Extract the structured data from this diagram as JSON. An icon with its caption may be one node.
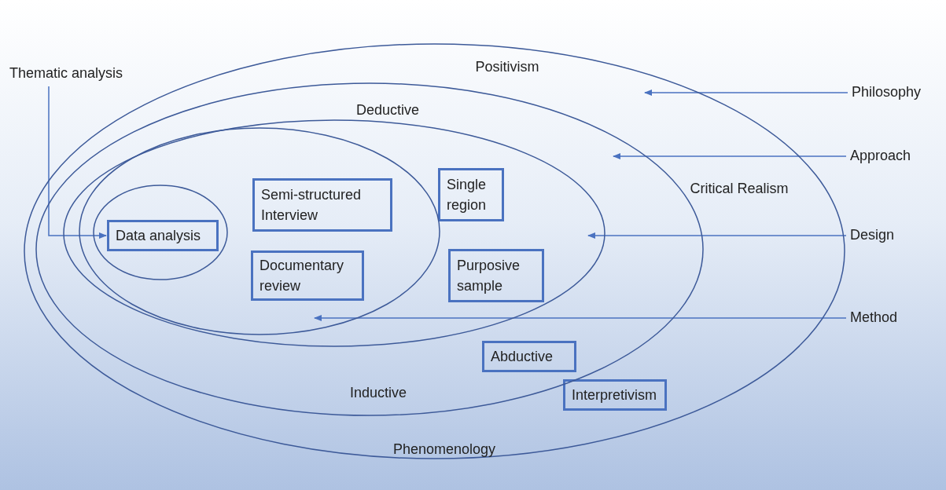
{
  "diagram": {
    "nodes": [
      {
        "text": [
          "Positivism",
          "Critical Realism",
          "Phenomenology"
        ]
      },
      {
        "text": [
          "Interpretivism"
        ],
        "in": 0
      },
      {
        "text": [
          "Deductive",
          "Inductive"
        ],
        "in": 0
      },
      {
        "text": [
          "Abductive"
        ],
        "in": 2
      },
      {
        "text": [],
        "shape": "ellipse",
        "in": 2
      },
      {
        "text": [
          "Single region"
        ],
        "in": 4
      },
      {
        "text": [
          "Purposive sample"
        ],
        "in": 4
      },
      {
        "text": [],
        "shape": "ellipse",
        "in": 4
      },
      {
        "text": [
          "Semi-structured Interview"
        ],
        "in": 7
      },
      {
        "text": [
          "Documentary review"
        ],
        "in": 7
      },
      {
        "text": [],
        "shape": "ellipse",
        "in": 7
      },
      {
        "text": [
          "Data analysis"
        ],
        "in": 10
      },
      {
        "text": [
          "Thematic analysis"
        ]
      },
      {
        "text": [
          "Philosophy"
        ]
      },
      {
        "text": [
          "Approach"
        ]
      },
      {
        "text": [
          "Design"
        ]
      },
      {
        "text": [
          "Method"
        ]
      }
    ],
    "edges": [
      {
        "from": 13,
        "to": 0,
        "arrow": "to"
      },
      {
        "from": 14,
        "to": 2,
        "arrow": "to"
      },
      {
        "from": 15,
        "to": 4,
        "arrow": "to"
      },
      {
        "from": 16,
        "to": 7,
        "arrow": "to"
      },
      {
        "from": 12,
        "to": 11,
        "arrow": "to"
      }
    ]
  }
}
